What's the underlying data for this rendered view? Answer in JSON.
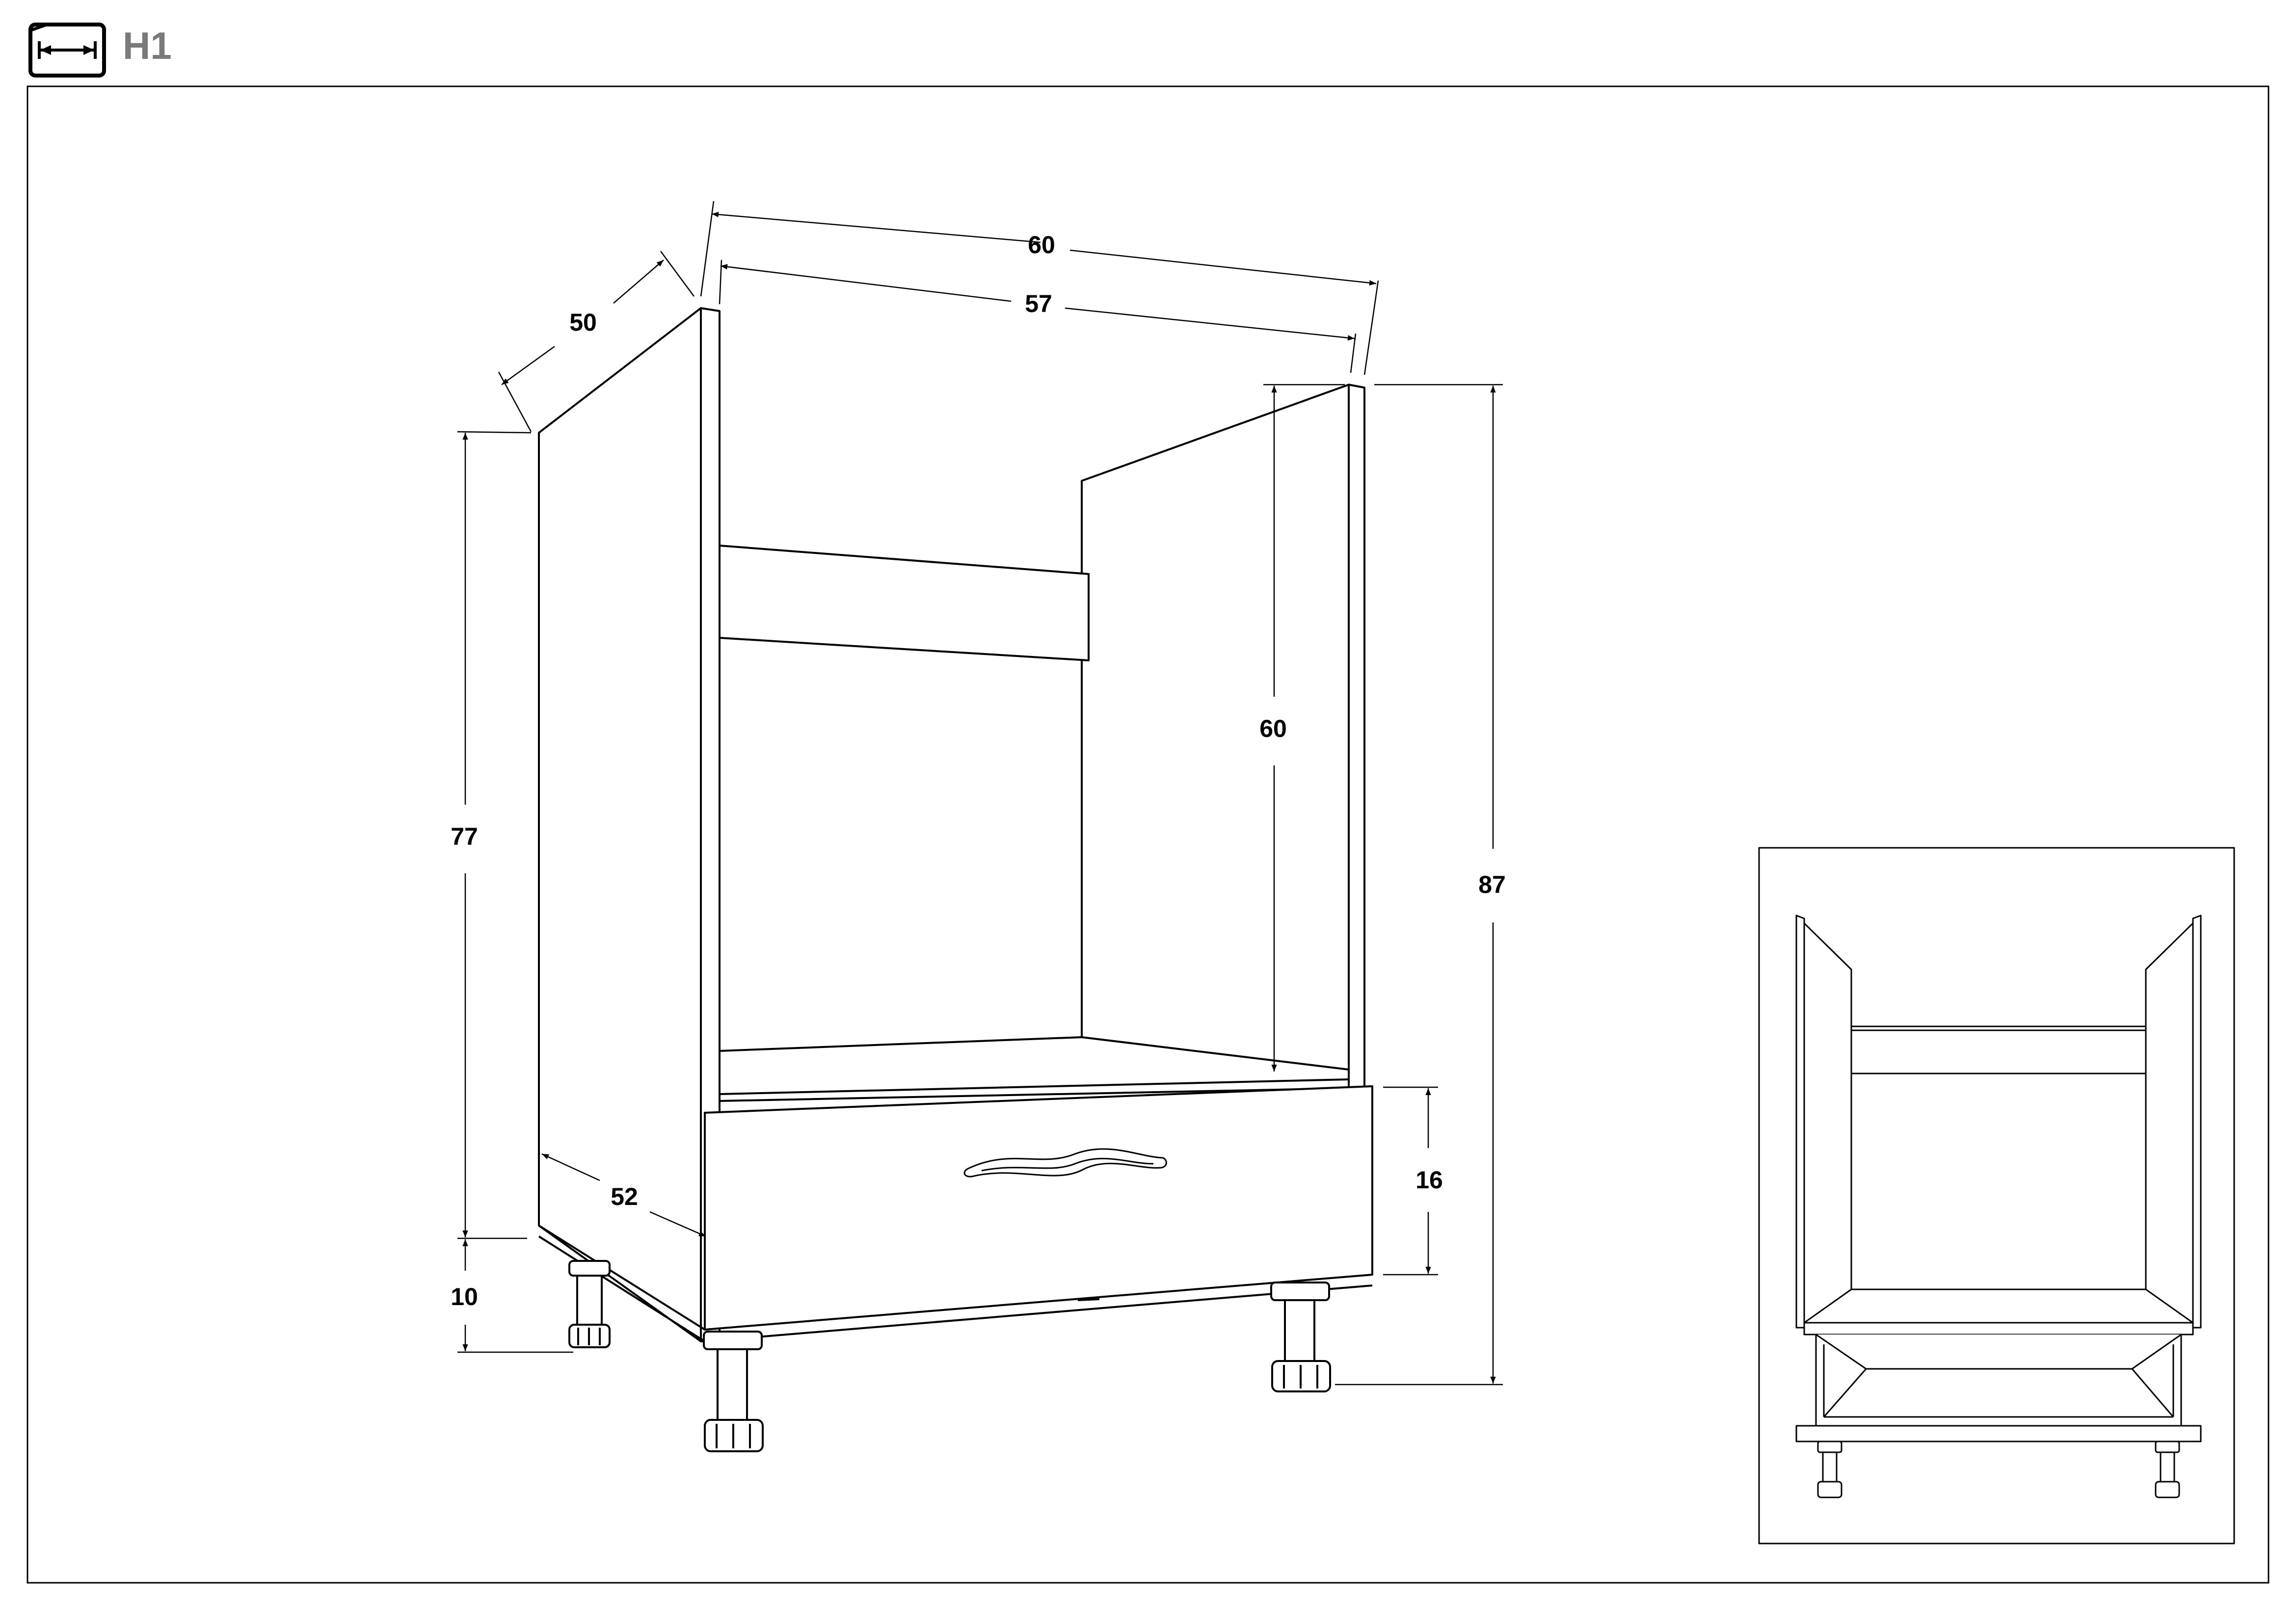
{
  "header": {
    "title": "H1",
    "icon": "width-dimension-icon"
  },
  "dimensions": {
    "total_width": "60",
    "inner_width": "57",
    "side_depth": "50",
    "body_height": "77",
    "leg_height": "10",
    "oven_niche_height": "60",
    "drawer_height": "16",
    "total_height": "87",
    "bottom_depth": "52"
  },
  "colors": {
    "line": "#000000",
    "title": "#7a7a7a"
  }
}
